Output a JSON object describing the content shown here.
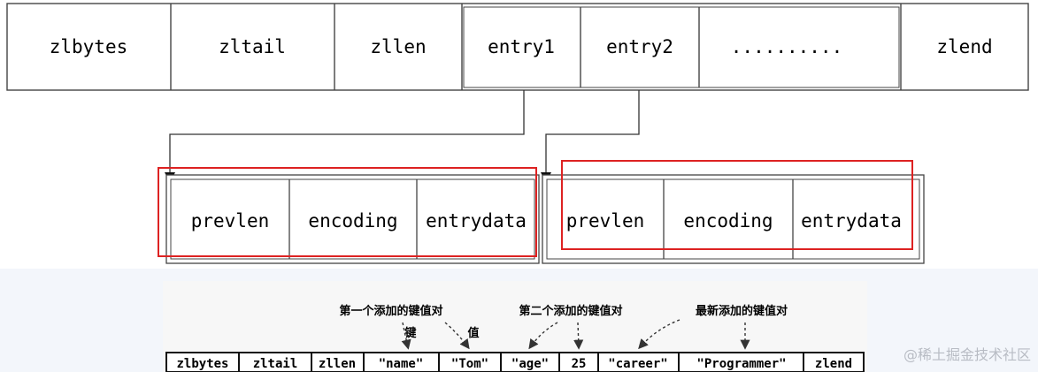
{
  "diagram": {
    "top_row": [
      "zlbytes",
      "zltail",
      "zllen",
      "entry1",
      "entry2",
      "..........",
      "zlend"
    ],
    "entry_group_1": [
      "prevlen",
      "encoding",
      "entrydata"
    ],
    "entry_group_2": [
      "prevlen",
      "encoding",
      "entrydata"
    ],
    "example": {
      "annotations": {
        "first_pair": "第一个添加的键值对",
        "second_pair": "第二个添加的键值对",
        "latest_pair": "最新添加的键值对",
        "key": "键",
        "value": "值"
      },
      "cells": [
        "zlbytes",
        "zltail",
        "zllen",
        "\"name\"",
        "\"Tom\"",
        "\"age\"",
        "25",
        "\"career\"",
        "\"Programmer\"",
        "zlend"
      ]
    }
  },
  "watermark": "@稀土掘金技术社区",
  "colors": {
    "line": "#333333",
    "highlight": "#dd2222"
  }
}
